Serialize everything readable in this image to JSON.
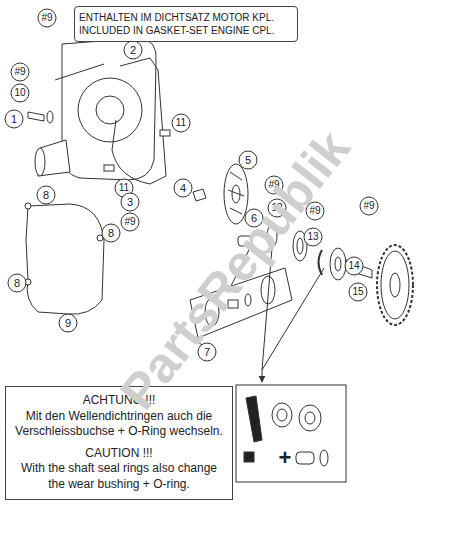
{
  "diagram": {
    "nodes": [
      {
        "text": [
          "ENTHALTEN IM DICHTSATZ MOTOR KPL.",
          "INCLUDED IN GASKET-SET ENGINE CPL."
        ]
      },
      {
        "text": [
          "ACHTUNG !!!",
          "Mit den Wellendichtringen auch die Verschleissbuchse + O-Ring wechseln.",
          "CAUTION !!!",
          "With the shaft seal rings also change the wear bushing + O-ring."
        ]
      }
    ],
    "labels": [
      "#9",
      "#9",
      "10",
      "1",
      "2",
      "11",
      "11",
      "3",
      "#9",
      "4",
      "5",
      "6",
      "#9",
      "12",
      "#9",
      "13",
      "#9",
      "14",
      "15",
      "8",
      "8",
      "8",
      "9",
      "7",
      "+",
      "PartsRepublik"
    ]
  }
}
